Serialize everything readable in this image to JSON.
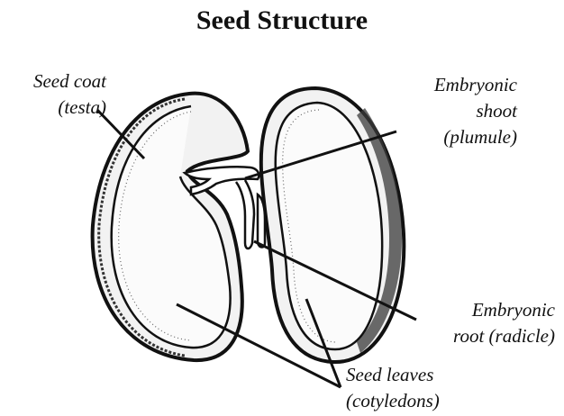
{
  "title": "Seed Structure",
  "labels": {
    "seed_coat": [
      "Seed coat",
      "(testa)"
    ],
    "plumule": [
      "Embryonic",
      "shoot",
      "(plumule)"
    ],
    "radicle": [
      "Embryonic",
      "root (radicle)"
    ],
    "cotyledons": [
      "Seed leaves",
      "(cotyledons)"
    ]
  }
}
